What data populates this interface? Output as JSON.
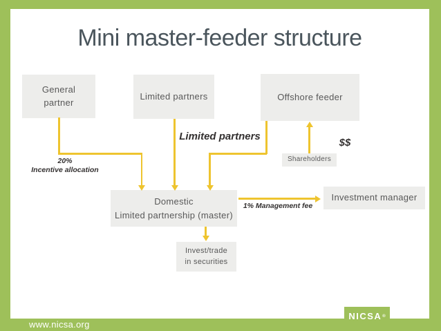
{
  "slide": {
    "title": "Mini master-feeder structure",
    "footer_url": "www.nicsa.org",
    "logo_text": "NICSA",
    "logo_mark": "®"
  },
  "boxes": {
    "general_partner": "General\npartner",
    "limited_partners": "Limited partners",
    "offshore_feeder": "Offshore feeder",
    "shareholders": "Shareholders",
    "investment_manager": "Investment manager",
    "domestic_master": "Domestic\nLimited partnership (master)",
    "invest_trade": "Invest/trade\nin securities"
  },
  "labels": {
    "limited_partners_flow": "Limited partners",
    "dollars": "$$",
    "incentive_allocation": "20%\nIncentive allocation",
    "management_fee": "1% Management fee"
  },
  "connections": [
    {
      "from": "general_partner",
      "to": "domestic_master",
      "style": "elbow-down-arrow"
    },
    {
      "from": "limited_partners",
      "to": "domestic_master",
      "style": "straight-down-arrow"
    },
    {
      "from": "offshore_feeder",
      "to": "domestic_master",
      "style": "elbow-down-arrow"
    },
    {
      "from": "shareholders",
      "to": "offshore_feeder",
      "style": "straight-up-arrow"
    },
    {
      "from": "domestic_master",
      "to": "investment_manager",
      "style": "straight-right-arrow",
      "label": "1% Management fee"
    },
    {
      "from": "domestic_master",
      "to": "invest_trade",
      "style": "straight-down-arrow"
    }
  ],
  "colors": {
    "frame_green": "#9ec05a",
    "arrow_yellow": "#eec42f",
    "box_gray": "#ededeb",
    "box_text": "#585858",
    "title_text": "#4a555c",
    "label_text": "#333030",
    "footer_text": "#ffffff"
  }
}
